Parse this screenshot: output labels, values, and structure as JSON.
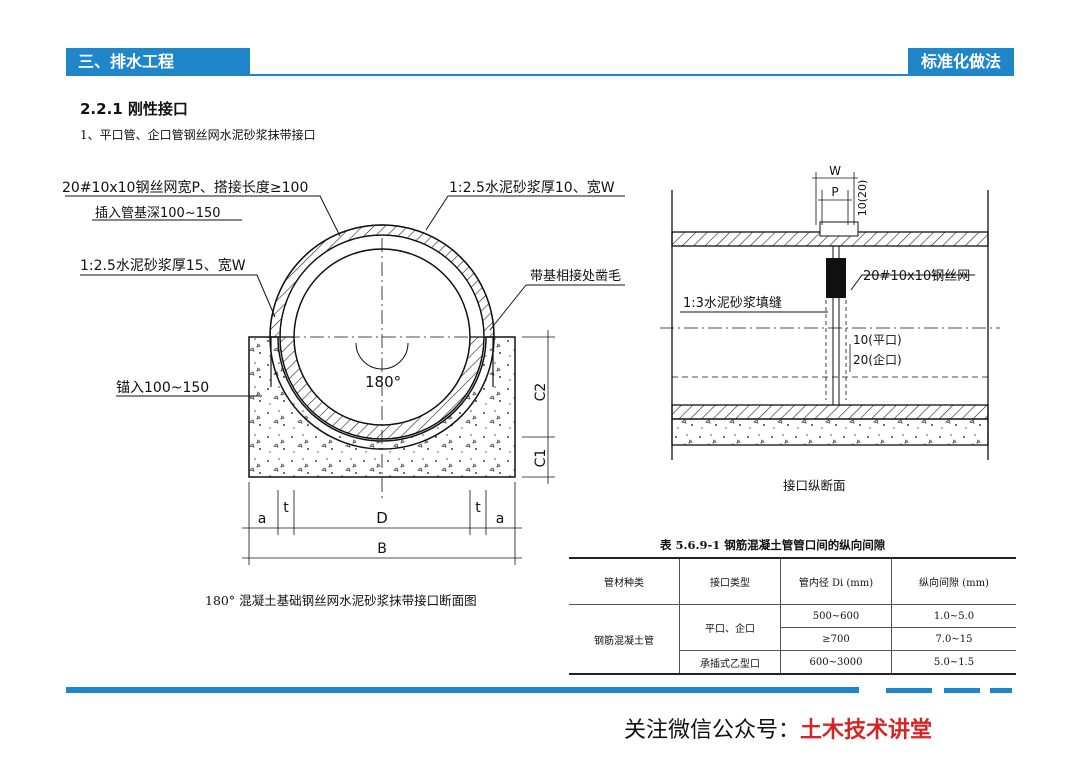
{
  "header": {
    "left_title": "三、排水工程",
    "right_title": "标准化做法",
    "color": "#1f86c9"
  },
  "section": {
    "title": "2.2.1 刚性接口",
    "subtitle": "1、平口管、企口管钢丝网水泥砂浆抹带接口"
  },
  "left_drawing": {
    "label_mesh": "20#10x10钢丝网宽P、搭接长度≥100",
    "label_insert": "插入管基深100~150",
    "label_mortar_top": "1:2.5水泥砂浆厚10、宽W",
    "label_mortar_side": "1:2.5水泥砂浆厚15、宽W",
    "label_base_rough": "带基相接处凿毛",
    "label_anchor": "锚入100~150",
    "angle": "180°",
    "dim_c2": "C2",
    "dim_c1": "C1",
    "dim_a_left": "a",
    "dim_t_left": "t",
    "dim_d": "D",
    "dim_t_right": "t",
    "dim_a_right": "a",
    "dim_b": "B",
    "caption": "180° 混凝土基础钢丝网水泥砂浆抹带接口断面图"
  },
  "right_drawing": {
    "dim_w": "W",
    "dim_p": "P",
    "dim_10_20": "10(20)",
    "label_mesh": "20#10x10钢丝网",
    "label_fill": "1:3水泥砂浆填缝",
    "label_flat": "10(平口)",
    "label_tongue": "20(企口)",
    "caption": "接口纵断面"
  },
  "table": {
    "title": "表 5.6.9-1  钢筋混凝土管管口间的纵向间隙",
    "headers": [
      "管材种类",
      "接口类型",
      "管内径 Di (mm)",
      "纵向间隙 (mm)"
    ],
    "material": "钢筋混凝土管",
    "rows": [
      {
        "joint": "平口、企口",
        "diameter": "500~600",
        "gap": "1.0~5.0"
      },
      {
        "diameter": "≥700",
        "gap": "7.0~15"
      },
      {
        "joint": "承插式乙型口",
        "diameter": "600~3000",
        "gap": "5.0~1.5"
      }
    ]
  },
  "footer": {
    "prefix": "关注微信公众号：",
    "brand": "土木技术讲堂",
    "brand_color": "#d62424"
  }
}
